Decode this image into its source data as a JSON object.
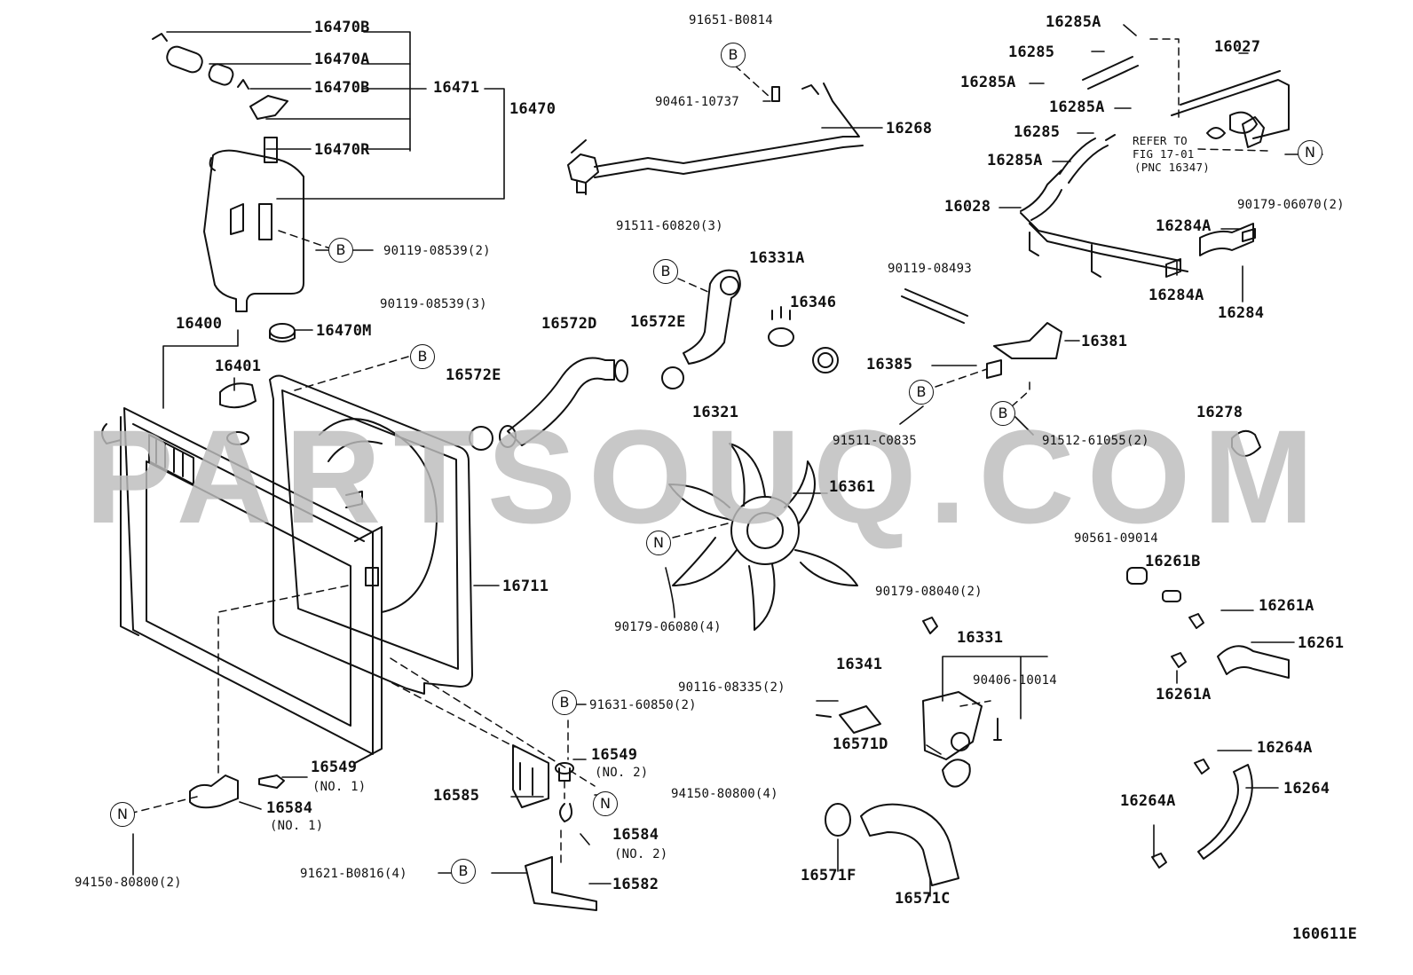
{
  "watermark": "PARTSOUQ.COM",
  "figure_code": "160611E",
  "badges": {
    "b": "B",
    "n": "N"
  },
  "note": {
    "line1": "REFER TO",
    "line2": "FIG 17-01",
    "line3": "(PNC 16347)"
  },
  "labels": {
    "p16470B_1": "16470B",
    "p16470A": "16470A",
    "p16470B_2": "16470B",
    "p16471": "16471",
    "p16470": "16470",
    "p16470R": "16470R",
    "p90119_08539_2": "90119-08539(2)",
    "p16470M": "16470M",
    "p16400": "16400",
    "p16401": "16401",
    "p90119_08539_3": "90119-08539(3)",
    "p91651_B0814": "91651-B0814",
    "p90461_10737": "90461-10737",
    "p16268": "16268",
    "p91511_60820": "91511-60820(3)",
    "p16331A": "16331A",
    "p16346": "16346",
    "p16572D": "16572D",
    "p16572E_1": "16572E",
    "p16572E_2": "16572E",
    "p16321": "16321",
    "p16361": "16361",
    "p90179_06080": "90179-06080(4)",
    "p16711": "16711",
    "p16285A_1": "16285A",
    "p16285_1": "16285",
    "p16285A_2": "16285A",
    "p16285A_3": "16285A",
    "p16285_2": "16285",
    "p16285A_4": "16285A",
    "p16027": "16027",
    "p90179_06070": "90179-06070(2)",
    "p16028": "16028",
    "p16284A_1": "16284A",
    "p16284A_2": "16284A",
    "p16284": "16284",
    "p90119_08493": "90119-08493",
    "p16381": "16381",
    "p16385": "16385",
    "p91511_C0835": "91511-C0835",
    "p91512_61055": "91512-61055(2)",
    "p16278": "16278",
    "p90561_09014": "90561-09014",
    "p16261B": "16261B",
    "p16261A_1": "16261A",
    "p16261": "16261",
    "p16261A_2": "16261A",
    "p90179_08040": "90179-08040(2)",
    "p16331": "16331",
    "p90406_10014": "90406-10014",
    "p16341": "16341",
    "p90116_08335": "90116-08335(2)",
    "p16571D": "16571D",
    "p16571F": "16571F",
    "p16571C": "16571C",
    "p16264A_1": "16264A",
    "p16264": "16264",
    "p16264A_2": "16264A",
    "p91631_60850": "91631-60850(2)",
    "p16549_no2": "16549",
    "no2_a": "(NO. 2)",
    "p94150_80800_4": "94150-80800(4)",
    "p16585": "16585",
    "p16584_no2": "16584",
    "no2_b": "(NO. 2)",
    "p91621_B0816": "91621-B0816(4)",
    "p16582": "16582",
    "p16549_no1": "16549",
    "no1_a": "(NO. 1)",
    "p16584_no1": "16584",
    "no1_b": "(NO. 1)",
    "p94150_80800_2": "94150-80800(2)"
  }
}
